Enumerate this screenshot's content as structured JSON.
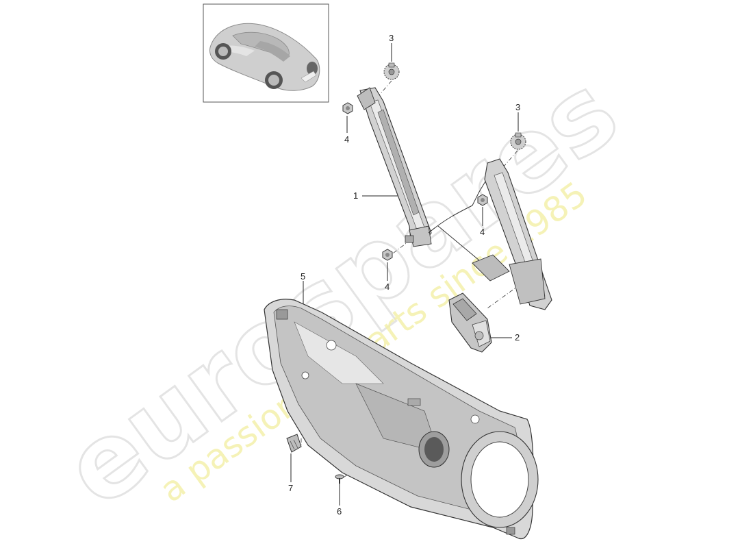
{
  "watermark": {
    "brand": "eurospares",
    "tagline": "a passion for parts since 1985"
  },
  "colors": {
    "line": "#222222",
    "part_fill": "#d6d6d6",
    "part_dark": "#9a9a9a",
    "part_light": "#ececec",
    "watermark_gray": "#dcdcdc",
    "watermark_yellow": "#f3f0a6"
  },
  "thumbnail": {
    "icon": "car-icon"
  },
  "callouts": [
    {
      "id": "c3a",
      "label": "3"
    },
    {
      "id": "c4a",
      "label": "4"
    },
    {
      "id": "c3b",
      "label": "3"
    },
    {
      "id": "c1",
      "label": "1"
    },
    {
      "id": "c4b",
      "label": "4"
    },
    {
      "id": "c4c",
      "label": "4"
    },
    {
      "id": "c5",
      "label": "5"
    },
    {
      "id": "c2",
      "label": "2"
    },
    {
      "id": "c7",
      "label": "7"
    },
    {
      "id": "c6",
      "label": "6"
    }
  ]
}
